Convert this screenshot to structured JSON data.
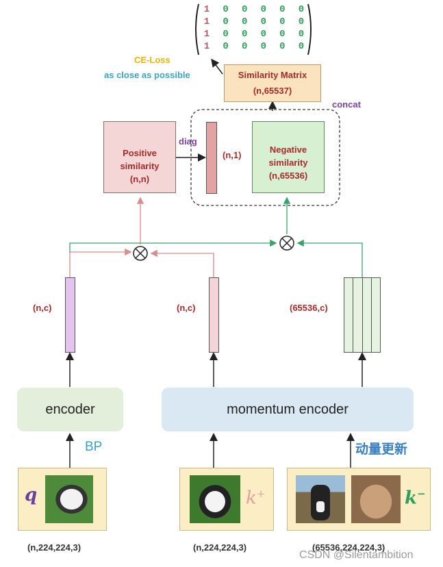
{
  "matrix": {
    "rows": [
      [
        "1",
        "0",
        "0",
        "0",
        "0",
        "0"
      ],
      [
        "1",
        "0",
        "0",
        "0",
        "0",
        "0"
      ],
      [
        "1",
        "0",
        "0",
        "0",
        "0",
        "0"
      ],
      [
        "1",
        "0",
        "0",
        "0",
        "0",
        "0"
      ]
    ],
    "colors": {
      "one": "#b55a6a",
      "zero": "#2e9e5a"
    }
  },
  "loss": {
    "title": "CE-Loss",
    "subtitle": "as close as possible"
  },
  "similarity_matrix": {
    "title": "Similarity Matrix",
    "shape": "(n,65537)"
  },
  "concat_label": "concat",
  "diag_label": "diag",
  "positive": {
    "line1": "Positive",
    "line2": "similarity",
    "shape": "(n,n)"
  },
  "column_label": "(n,1)",
  "negative": {
    "line1": "Negative",
    "line2": "similarity",
    "shape": "(n,65536)"
  },
  "features": {
    "q": "(n,c)",
    "k": "(n,c)",
    "queue": "(65536,c)"
  },
  "encoders": {
    "left": "encoder",
    "right": "momentum encoder"
  },
  "bp_label": "BP",
  "momentum_update": "动量更新",
  "inputs": {
    "q_symbol": "q",
    "k_pos_symbol": "k",
    "k_pos_sup": "+",
    "k_neg_symbol": "k",
    "k_neg_sup": "−",
    "q_shape": "(n,224,224,3)",
    "k_pos_shape": "(n,224,224,3)",
    "k_neg_shape": "(65536,224,224,3)"
  },
  "watermark": "CSDN @Silentambition",
  "colors": {
    "pink_line": "#d98c8c",
    "green_line": "#3aa36a",
    "dark_red": "#a52a2a",
    "purple": "#7b3fa0",
    "orange": "#f0b400",
    "teal": "#3aa3c0",
    "pos_fill": "#f4d6d6",
    "neg_fill": "#d8f0d2",
    "sim_fill": "#fbe3c0",
    "enc_left": "#e3eedb",
    "enc_right": "#d9e8f3"
  }
}
